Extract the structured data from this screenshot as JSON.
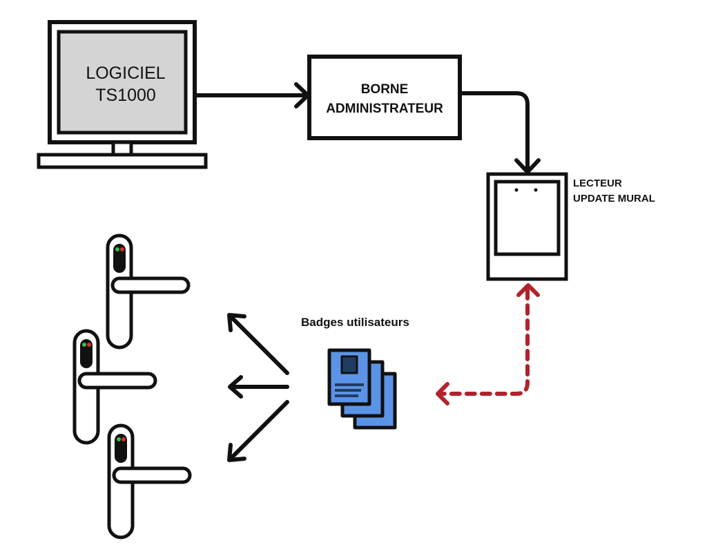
{
  "diagram": {
    "nodes": {
      "software": {
        "icon": "computer-monitor-icon",
        "lines": [
          "LOGICIEL",
          "TS1000"
        ]
      },
      "admin_station": {
        "lines": [
          "BORNE",
          "ADMINISTRATEUR"
        ]
      },
      "wall_reader": {
        "icon": "wall-reader-icon",
        "lines": [
          "LECTEUR",
          "UPDATE MURAL"
        ]
      },
      "badges": {
        "icon": "badge-cards-icon",
        "label": "Badges utilisateurs"
      },
      "locks": {
        "icon": "electronic-door-handle-icon",
        "count": 3
      }
    },
    "edges": [
      {
        "from": "software",
        "to": "admin_station",
        "style": "solid"
      },
      {
        "from": "admin_station",
        "to": "wall_reader",
        "style": "solid"
      },
      {
        "from": "wall_reader",
        "to": "badges",
        "style": "dashed",
        "bidirectional": true
      },
      {
        "from": "badges",
        "to": "locks",
        "style": "solid",
        "count": 3
      }
    ],
    "colors": {
      "stroke": "#111111",
      "screen": "#d4d4d4",
      "badge": "#5b93e6",
      "badge_detail": "#1f3c63",
      "dashed_link": "#b3222a",
      "led_green": "#3ac23a",
      "led_red": "#e02b2b"
    }
  }
}
